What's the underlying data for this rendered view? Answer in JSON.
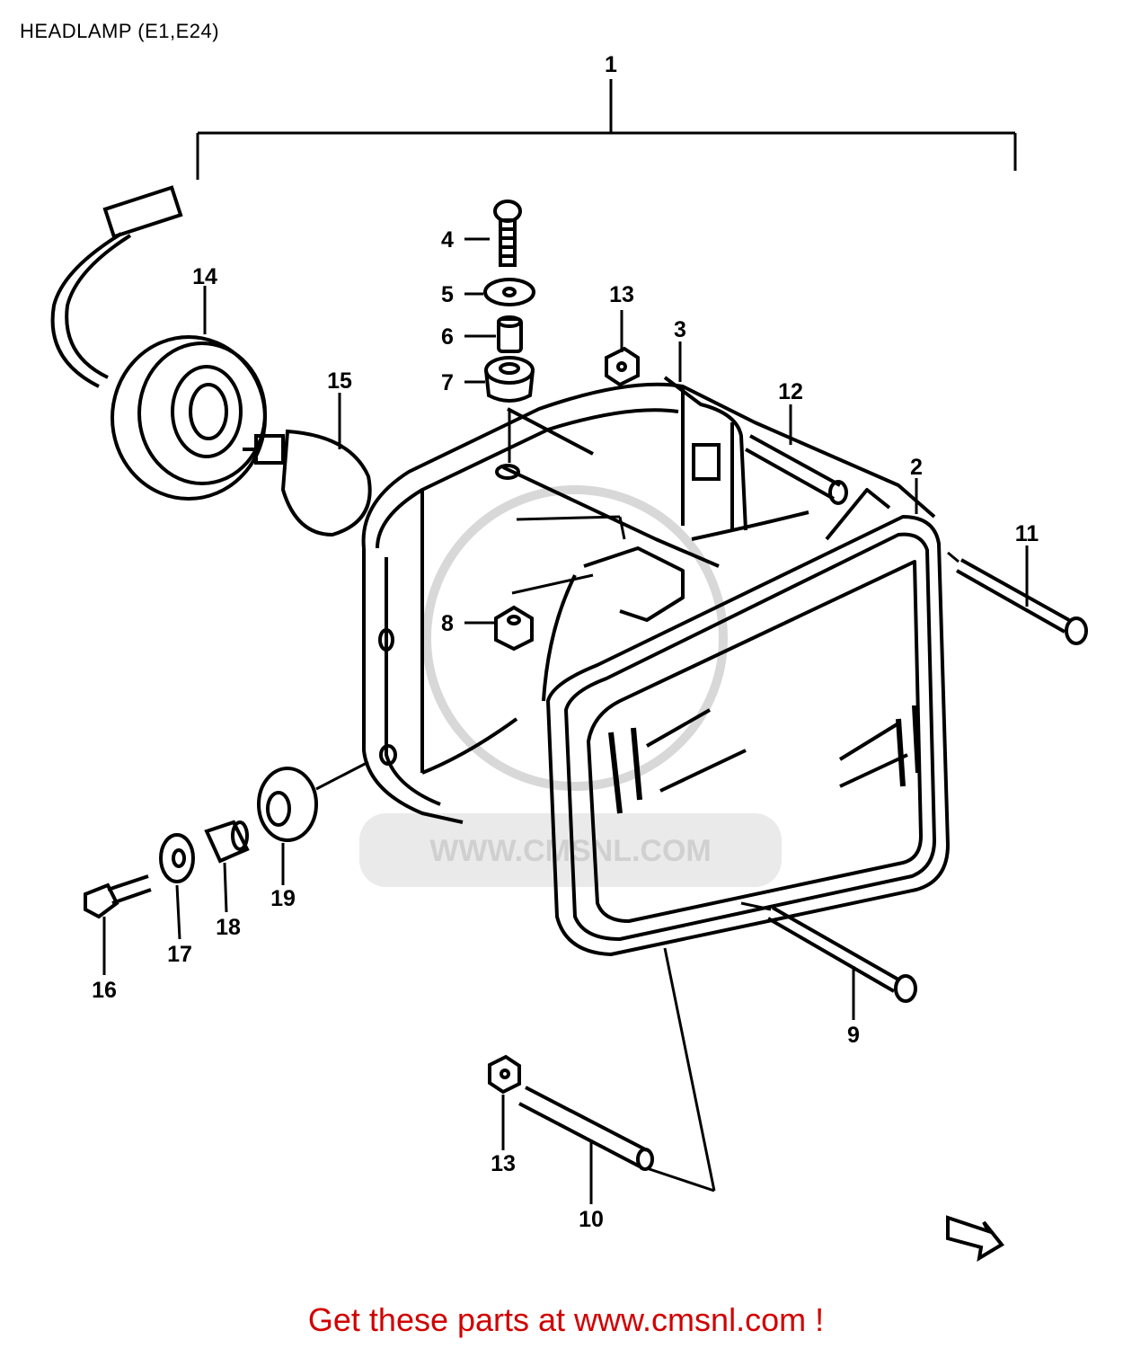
{
  "title": "HEADLAMP (E1,E24)",
  "watermark": "WWW.CMSNL.COM",
  "footer": "Get these parts at www.cmsnl.com !",
  "callouts": [
    "1",
    "2",
    "3",
    "4",
    "5",
    "6",
    "7",
    "8",
    "9",
    "10",
    "11",
    "12",
    "13",
    "13",
    "14",
    "15",
    "16",
    "17",
    "18",
    "19"
  ],
  "colors": {
    "line": "#000000",
    "footer": "#d10000",
    "watermark": "#d0d0d0",
    "background": "#ffffff"
  }
}
